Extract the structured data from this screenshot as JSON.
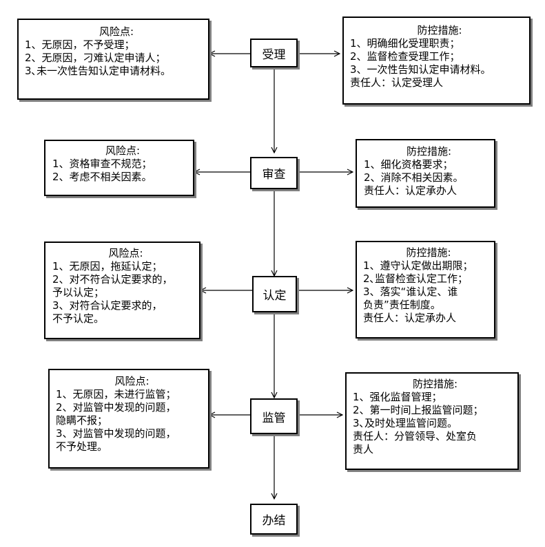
{
  "steps": {
    "s1": "受理",
    "s2": "审查",
    "s3": "认定",
    "s4": "监管",
    "s5": "办结"
  },
  "risks": {
    "r1": {
      "title": "风险点:",
      "lines": [
        "1、无原因，不予受理；",
        "2、无原因，刁难认定申请人；",
        "3､未一次性告知认定申请材料。"
      ]
    },
    "r2": {
      "title": "风险点:",
      "lines": [
        "1、资格审查不规范；",
        "2、考虑不相关因素。"
      ]
    },
    "r3": {
      "title": "风险点:",
      "lines": [
        "1、无原因，拖延认定；",
        "2、对不符合认定要求的，",
        "予以认定；",
        "3、对符合认定要求的，",
        "不予认定。"
      ]
    },
    "r4": {
      "title": "风险点:",
      "lines": [
        "1、无原因，未进行监管；",
        "2、对监管中发现的问题，",
        "隐瞒不报；",
        "3、对监管中发现的问题，",
        "不予处理。"
      ]
    }
  },
  "measures": {
    "m1": {
      "title": "防控措施:",
      "lines": [
        "1、明确细化受理职责；",
        "2、监督检查受理工作；",
        "3、一次性告知认定申请材料。",
        "责任人：认定受理人"
      ]
    },
    "m2": {
      "title": "防控措施:",
      "lines": [
        "1、细化资格要求；",
        "2、消除不相关因素。",
        "责任人：认定承办人"
      ]
    },
    "m3": {
      "title": "防控措施:",
      "lines": [
        "1、遵守认定做出期限；",
        "2､监督检查认定工作；",
        "3、落实“谁认定、谁",
        "负责”责任制度。",
        "责任人：认定承办人"
      ]
    },
    "m4": {
      "title": "防控措施:",
      "lines": [
        "1、强化监督管理；",
        "2、第一时间上报监管问题；",
        "3､及时处理监管问题。",
        "责任人：分管领导、处室负",
        "责人"
      ]
    }
  }
}
